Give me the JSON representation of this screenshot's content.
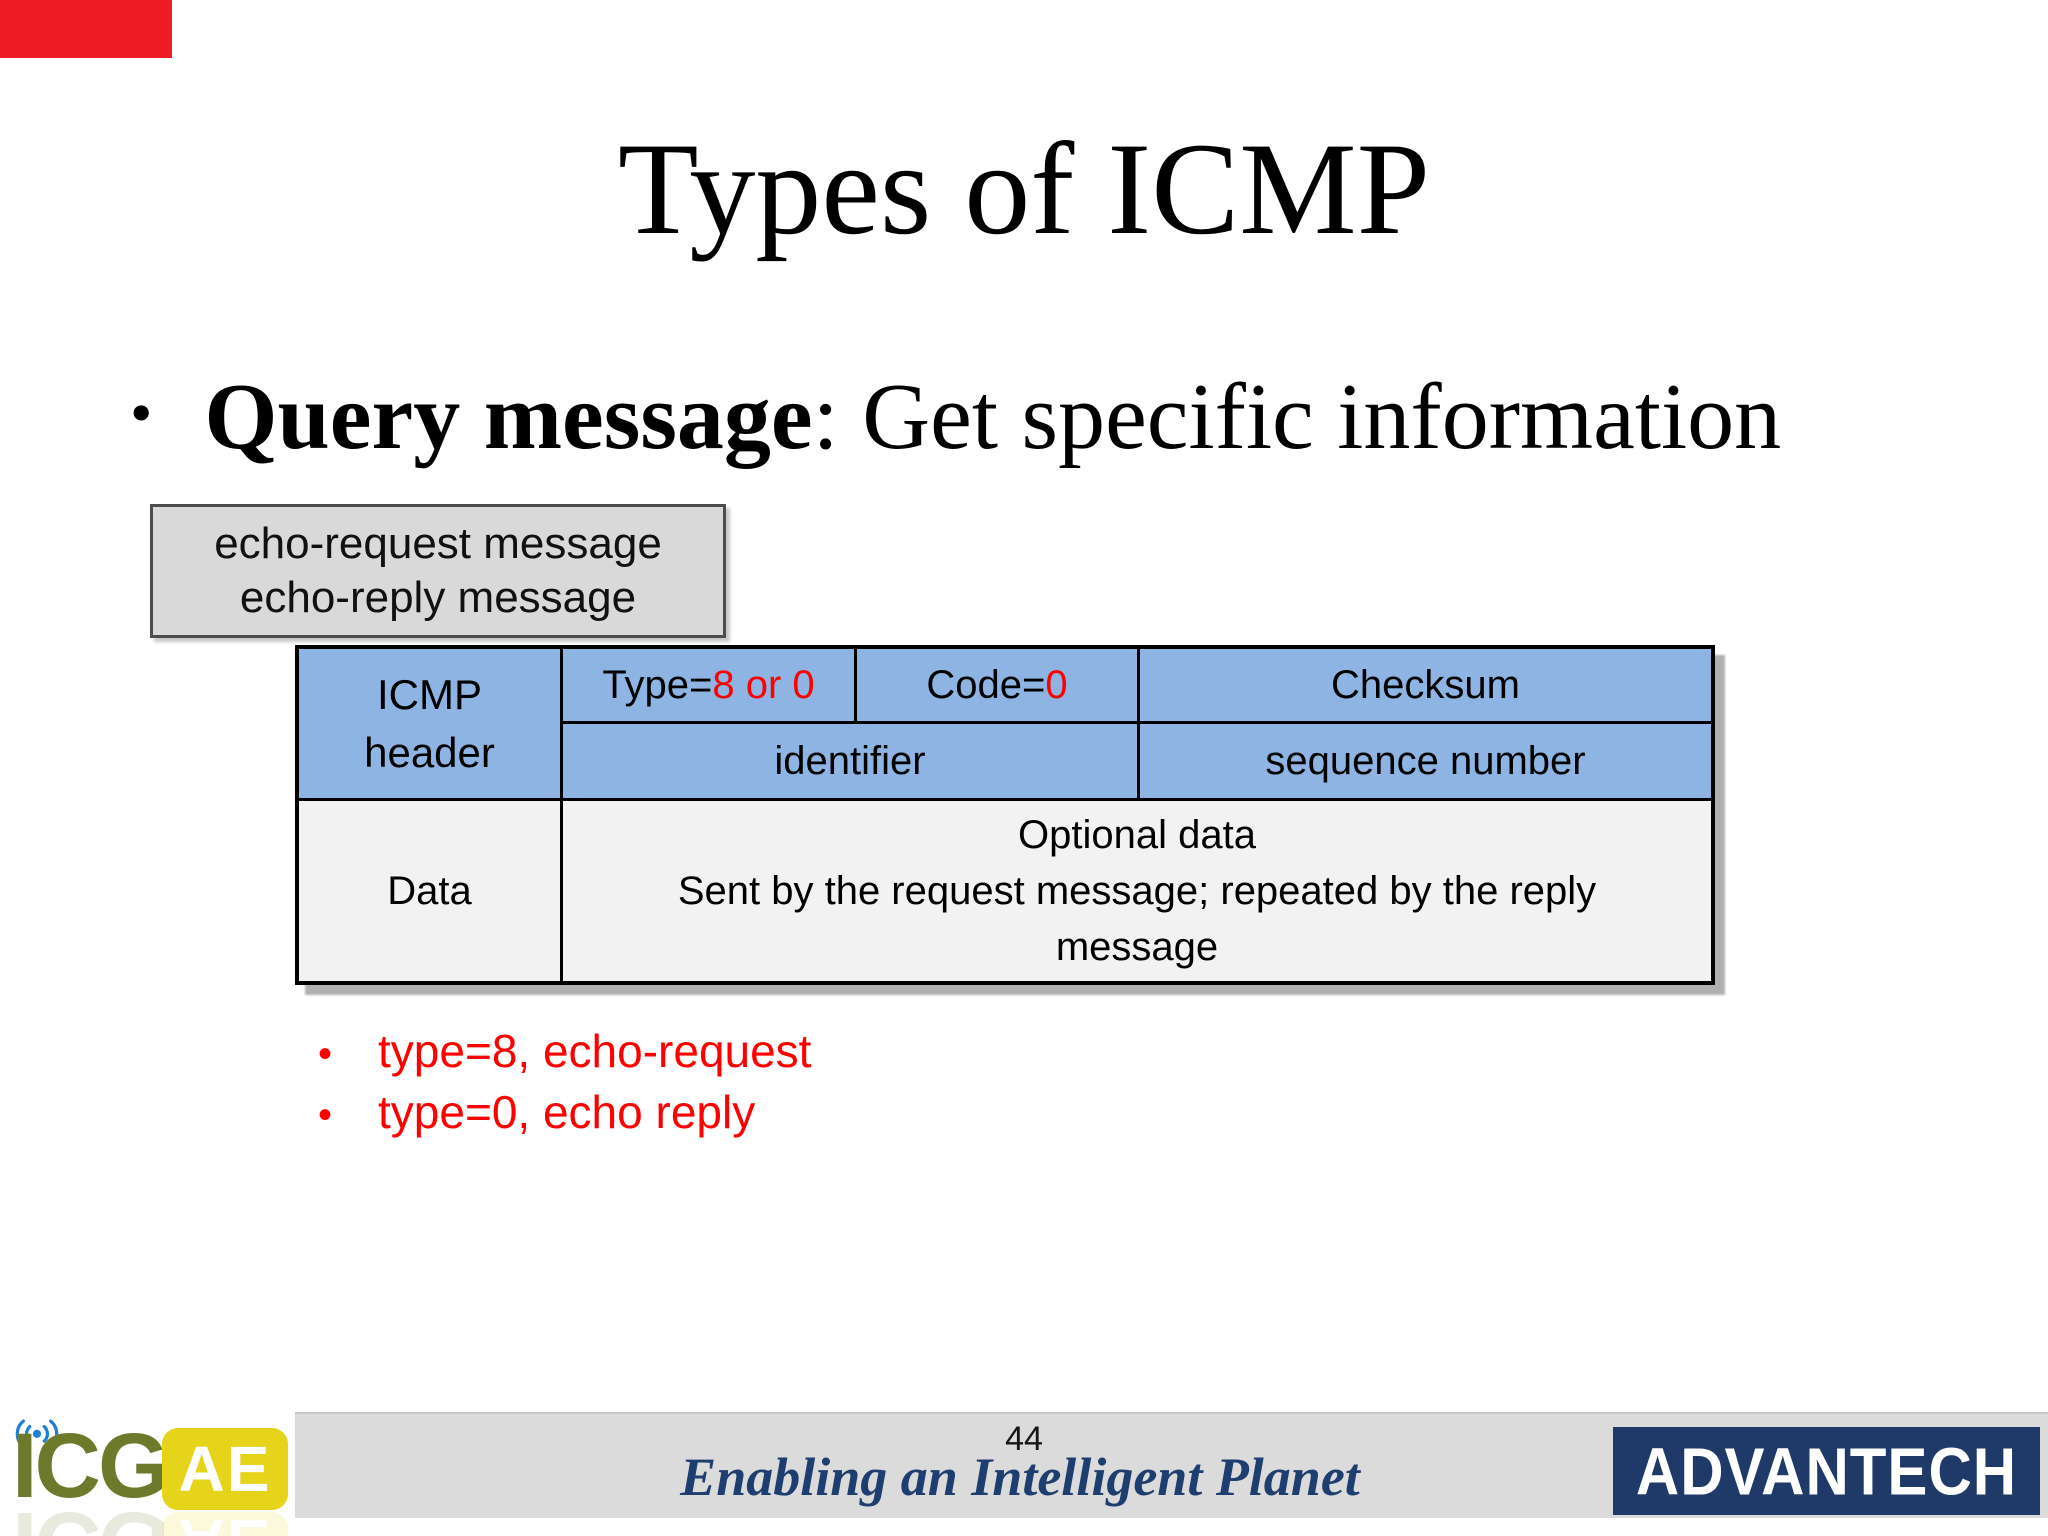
{
  "slide": {
    "title": "Types of ICMP",
    "bullet": {
      "marker": "•",
      "bold": "Query message",
      "rest": ": Get specific information"
    },
    "echo_box": {
      "line1": "echo-request message",
      "line2": "echo-reply message"
    },
    "table": {
      "header_line1": "ICMP",
      "header_line2": "header",
      "type_label": "Type=",
      "type_value": "8 or 0",
      "code_label": "Code=",
      "code_value": "0",
      "checksum": "Checksum",
      "identifier": "identifier",
      "sequence": "sequence number",
      "data_label": "Data",
      "optional_line1": "Optional data",
      "optional_line2": "Sent by the request message; repeated by the reply",
      "optional_line3": "message"
    },
    "notes": [
      {
        "marker": "•",
        "text": "type=8, echo-request"
      },
      {
        "marker": "•",
        "text": "type=0, echo reply"
      }
    ],
    "colors": {
      "cell_blue": "#8DB4E2",
      "value_red": "#FF0000",
      "top_bar_red": "#ED1C24",
      "navy": "#1F3A68"
    }
  },
  "footer": {
    "page_number": "44",
    "tagline": "Enabling an Intelligent Planet",
    "icg": {
      "text": "ICG",
      "badge": "AE"
    },
    "advantech": "ADVANTECH"
  }
}
